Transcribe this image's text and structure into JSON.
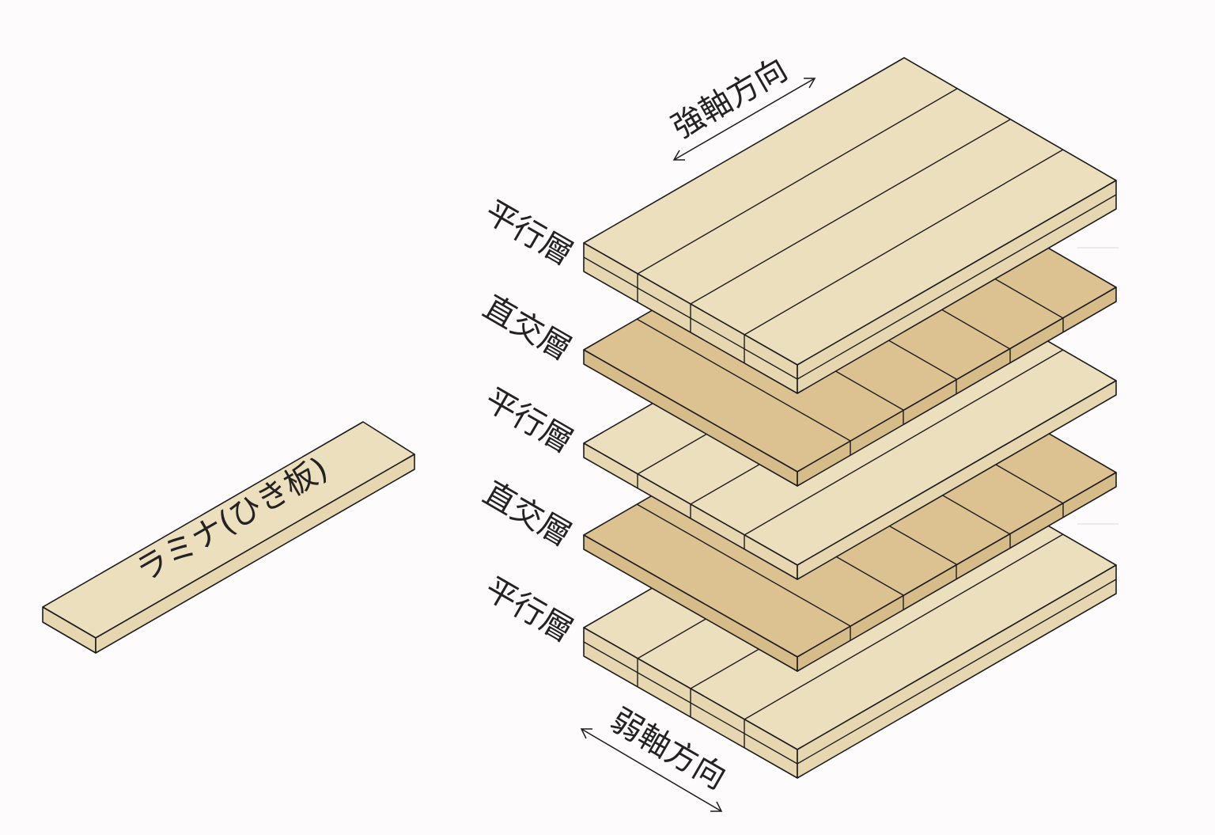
{
  "labels": {
    "lamina": "ラミナ(ひき板)",
    "strong_axis": "強軸方向",
    "weak_axis": "弱軸方向",
    "layers": [
      "平行層",
      "直交層",
      "平行層",
      "直交層",
      "平行層"
    ]
  },
  "colors": {
    "parallel_top": "#ecdfbe",
    "parallel_side": "#e6d7b1",
    "cross_top": "#dbc290",
    "cross_side": "#d6bc88",
    "line": "#1c1c1c",
    "background": "#fdfbfb"
  }
}
